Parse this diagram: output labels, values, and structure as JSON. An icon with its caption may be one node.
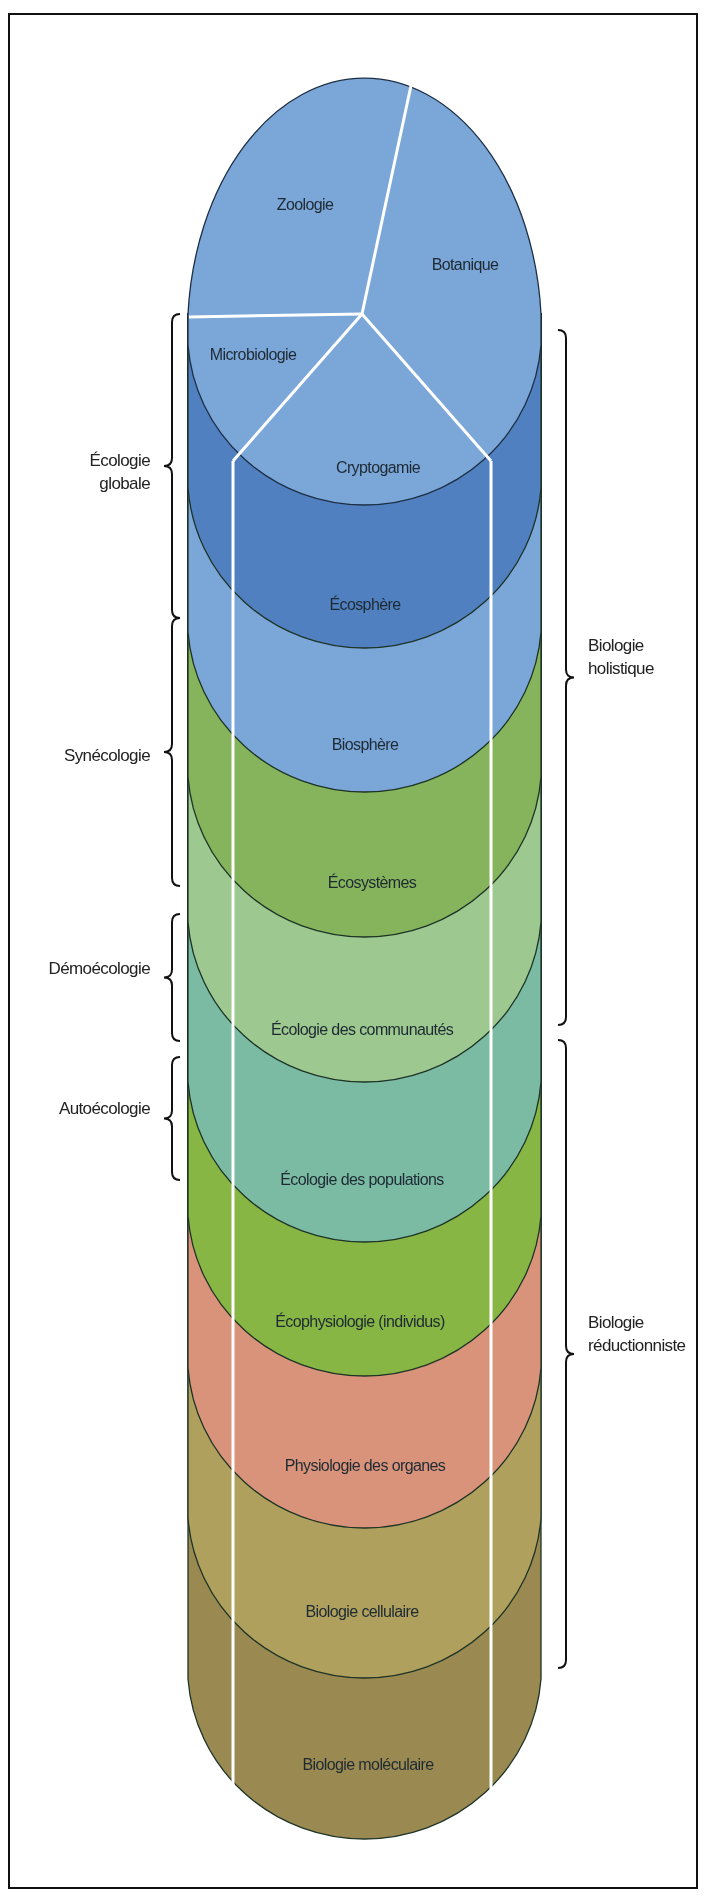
{
  "diagram": {
    "nodes": [
      {
        "text": [
          "Zoologie"
        ]
      },
      {
        "text": [
          "Botanique"
        ]
      },
      {
        "text": [
          "Microbiologie"
        ]
      },
      {
        "text": [
          "Cryptogamie"
        ]
      },
      {
        "text": [
          "Écosphère"
        ]
      },
      {
        "text": [
          "Biosphère"
        ]
      },
      {
        "text": [
          "Écosystèmes"
        ]
      },
      {
        "text": [
          "Écologie des communautés"
        ]
      },
      {
        "text": [
          "Écologie des populations"
        ]
      },
      {
        "text": [
          "Écophysiologie (individus)"
        ]
      },
      {
        "text": [
          "Physiologie des organes"
        ]
      },
      {
        "text": [
          "Biologie cellulaire"
        ]
      },
      {
        "text": [
          "Biologie moléculaire"
        ]
      }
    ],
    "labels": [
      "Écologie globale",
      "Biologie holistique",
      "Synécologie",
      "Démoécologie",
      "Autoécologie",
      "Biologie réductionniste"
    ]
  }
}
